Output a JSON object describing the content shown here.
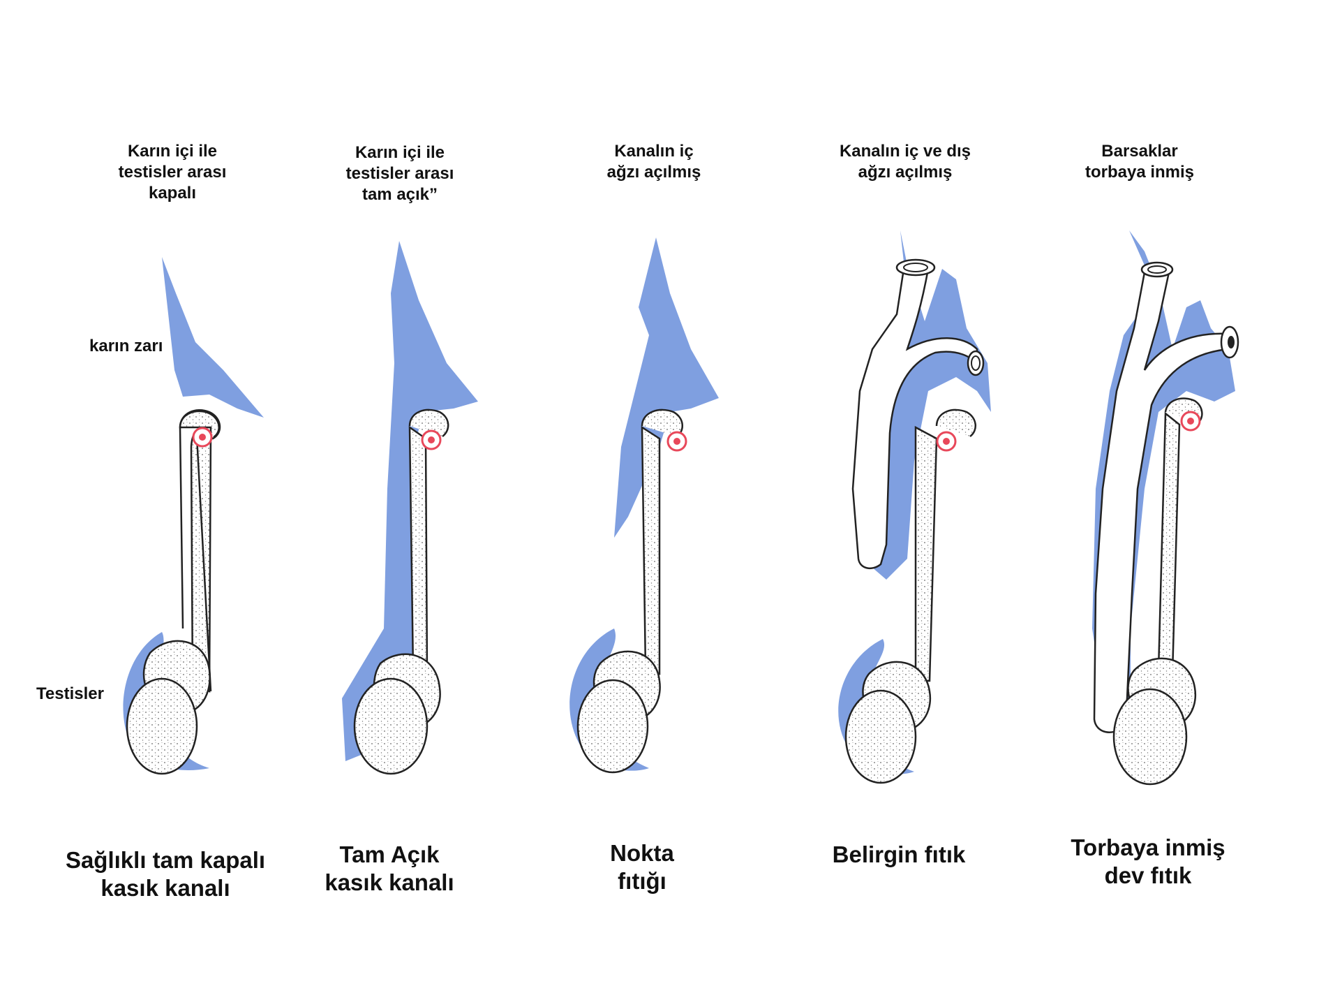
{
  "colors": {
    "peritoneum": "#7f9fe0",
    "outline": "#222222",
    "stipple": "#555555",
    "vessel_ring": "#e8485a",
    "tissue": "#ffffff"
  },
  "labels": {
    "peritoneum_label": "karın zarı",
    "testis_label": "Testisler"
  },
  "stages": [
    {
      "top": "Karın içi ile\ntestisler arası\nkapalı",
      "bottom": "Sağlıklı tam kapalı\nkasık kanalı"
    },
    {
      "top": "Karın içi ile\ntestisler arası\ntam açık”",
      "bottom": "Tam Açık\nkasık kanalı"
    },
    {
      "top": "Kanalın iç\nağzı açılmış",
      "bottom": "Nokta\nfıtığı"
    },
    {
      "top": "Kanalın iç ve dış\nağzı açılmış",
      "bottom": "Belirgin fıtık"
    },
    {
      "top": "Barsaklar\ntorbaya inmiş",
      "bottom": "Torbaya inmiş\ndev fıtık"
    }
  ]
}
